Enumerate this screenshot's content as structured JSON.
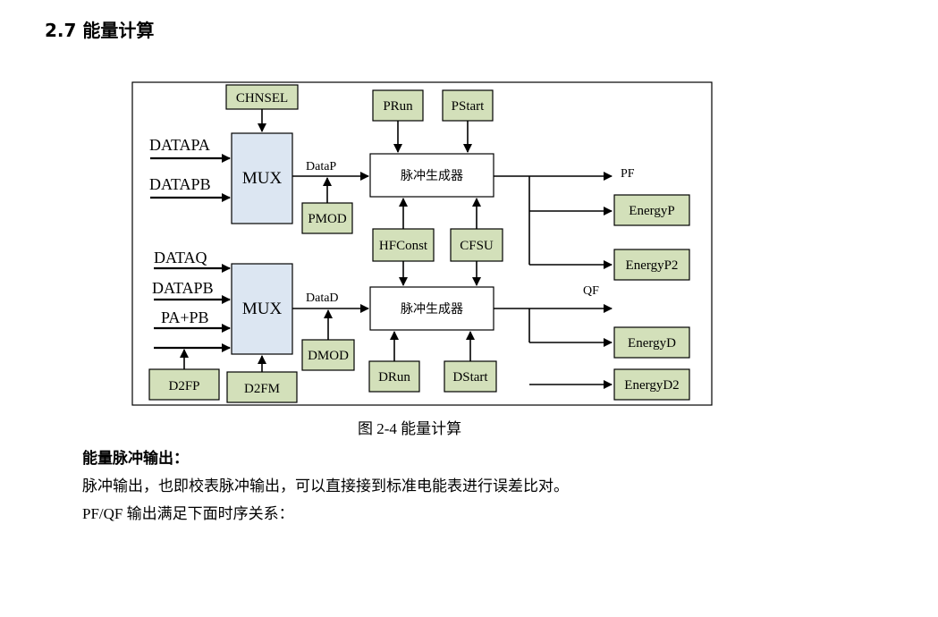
{
  "section": {
    "heading": "2.7  能量计算"
  },
  "diagram": {
    "inputs_top": [
      "DATAPA",
      "DATAPB"
    ],
    "inputs_bottom": [
      "DATAQ",
      "DATAPB",
      "PA+PB"
    ],
    "chnsel": "CHNSEL",
    "mux_top": "MUX",
    "mux_bottom": "MUX",
    "datap": "DataP",
    "datad": "DataD",
    "pmod": "PMOD",
    "dmod": "DMOD",
    "d2fp": "D2FP",
    "d2fm": "D2FM",
    "prun": "PRun",
    "pstart": "PStart",
    "drun": "DRun",
    "dstart": "DStart",
    "hfconst": "HFConst",
    "cfsu": "CFSU",
    "gen_top": "脉冲生成器",
    "gen_bottom": "脉冲生成器",
    "pf": "PF",
    "qf": "QF",
    "energyp": "EnergyP",
    "energyp2": "EnergyP2",
    "energyd": "EnergyD",
    "energyd2": "EnergyD2"
  },
  "caption": "图 2-4  能量计算",
  "sub_heading": "能量脉冲输出：",
  "paragraphs": [
    "脉冲输出，也即校表脉冲输出，可以直接接到标准电能表进行误差比对。",
    "PF/QF 输出满足下面时序关系："
  ]
}
